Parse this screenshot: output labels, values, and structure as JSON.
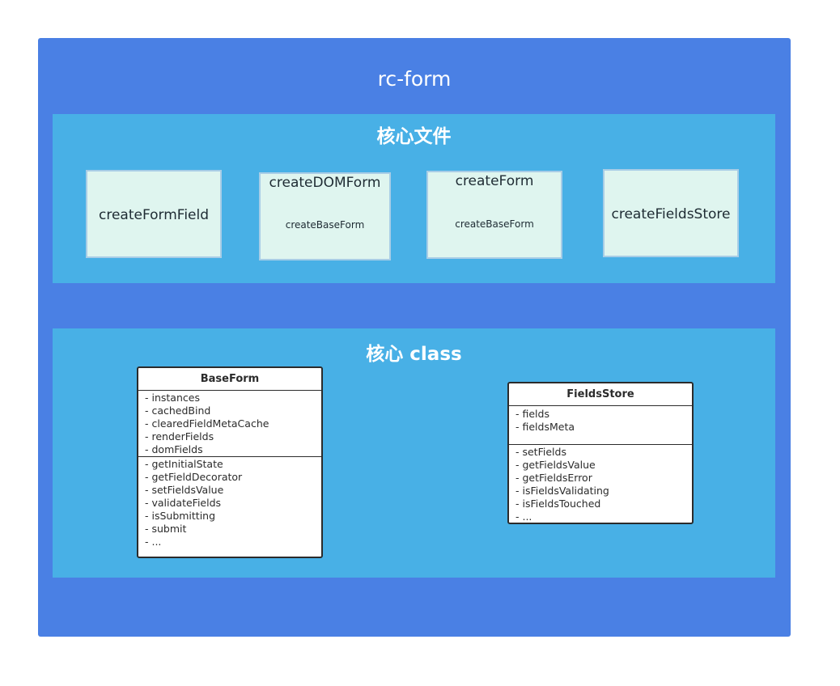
{
  "title": "rc-form",
  "colors": {
    "outer_bg": "#4a80e4",
    "section_bg": "#48b0e6",
    "file_box_bg": "#dff5ef",
    "file_box_border": "#a8cde6",
    "class_box_border": "#2b2b2b"
  },
  "core_files": {
    "title": "核心文件",
    "boxes": [
      {
        "main": "createFormField"
      },
      {
        "main": "createDOMForm",
        "sub": "createBaseForm"
      },
      {
        "main": "createForm",
        "sub": "createBaseForm"
      },
      {
        "main": "createFieldsStore"
      }
    ]
  },
  "core_class": {
    "title": "核心 class",
    "classes": [
      {
        "name": "BaseForm",
        "attributes": [
          "- instances",
          "- cachedBind",
          "- clearedFieldMetaCache",
          "- renderFields",
          "- domFields"
        ],
        "methods": [
          "- getInitialState",
          "- getFieldDecorator",
          "- setFieldsValue",
          "- validateFields",
          "- isSubmitting",
          "- submit",
          "- ..."
        ]
      },
      {
        "name": "FieldsStore",
        "attributes": [
          "- fields",
          "- fieldsMeta"
        ],
        "methods": [
          "- setFields",
          "- getFieldsValue",
          "- getFieldsError",
          "- isFieldsValidating",
          "- isFieldsTouched",
          "- ..."
        ]
      }
    ]
  }
}
